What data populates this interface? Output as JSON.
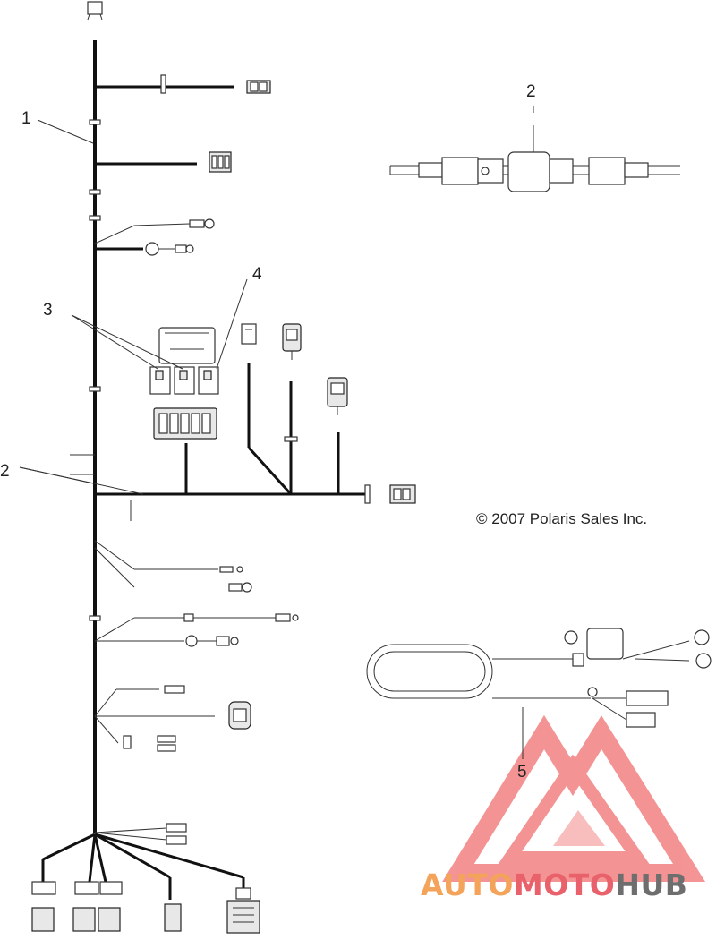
{
  "callouts": {
    "c1": "1",
    "c2_right": "2",
    "c2_left": "2",
    "c3": "3",
    "c4": "4",
    "c5": "5"
  },
  "copyright": "© 2007 Polaris Sales Inc.",
  "watermark": {
    "part1": "AUTO",
    "part2": "MOTO",
    "part3": "HUB",
    "colors": {
      "orange": "#f4a35a",
      "red": "#e8616b",
      "gray": "#6e6e6e",
      "triangle": "#f07070"
    }
  }
}
